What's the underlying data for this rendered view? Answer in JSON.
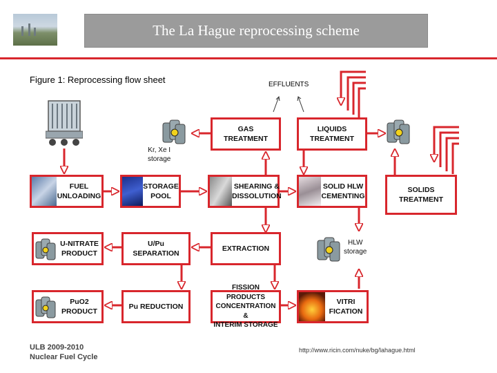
{
  "header": {
    "title": "The La Hague reprocessing scheme"
  },
  "figure": {
    "caption": "Figure 1: Reprocessing flow sheet",
    "effluents_label": "EFFLUENTS",
    "boxes": {
      "fuel_unloading": "FUEL\nUNLOADING",
      "storage_pool": "STORAGE\nPOOL",
      "shearing_dissolution": "SHEARING &\nDISSOLUTION",
      "solid_hlw_cementing": "SOLID HLW\nCEMENTING",
      "gas_treatment": "GAS\nTREATMENT",
      "liquids_treatment": "LIQUIDS\nTREATMENT",
      "solids_treatment": "SOLIDS\nTREATMENT",
      "u_nitrate_product": "U-NITRATE\nPRODUCT",
      "upu_separation": "U/Pu SEPARATION",
      "extraction": "EXTRACTION",
      "puo2_product": "PuO2\nPRODUCT",
      "pu_reduction": "Pu REDUCTION",
      "fission_products": "FISSION PRODUCTS\nCONCENTRATION &\nINTERIM STORAGE",
      "vitrification": "VITRI\nFICATION"
    },
    "kr_xe_storage": "Kr, Xe     I\nstorage",
    "hlw_storage": "HLW\nstorage"
  },
  "footer": {
    "line1": "ULB 2009-2010",
    "line2": "Nuclear Fuel Cycle",
    "url": "http://www.ricin.com/nuke/bg/lahague.html"
  },
  "colors": {
    "accent": "#d8262c",
    "title_bar": "#9b9b9b",
    "can": "#8a9aa0",
    "hazard": "#f2d21c"
  },
  "icons": [
    "transport-cask-icon",
    "radioactive-drum-icon",
    "factory-photo"
  ]
}
